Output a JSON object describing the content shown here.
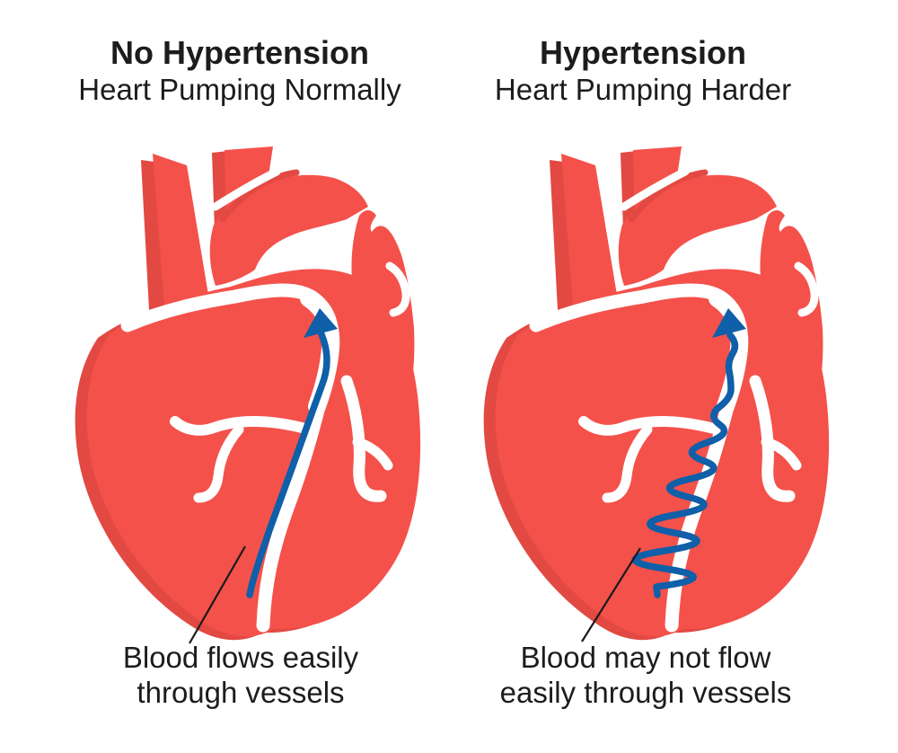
{
  "figure_title": "Hypertension heart comparison",
  "left_panel": {
    "title": "No Hypertension",
    "subtitle": "Heart Pumping Normally",
    "caption_line1": "Blood flows easily",
    "caption_line2": "through vessels",
    "flow_style": "smooth-arrow"
  },
  "right_panel": {
    "title": "Hypertension",
    "subtitle": "Heart Pumping Harder",
    "caption_line1": "Blood may not flow",
    "caption_line2": "easily through vessels",
    "flow_style": "wavy-arrow"
  },
  "colors": {
    "page_bg": "#ffffff",
    "heart_red": "#F4514B",
    "heart_red_shadow": "#E24942",
    "vessel_white": "#ffffff",
    "flow_blue": "#0F5FA9",
    "callout_line": "#1a1a1a",
    "text": "#1c1c1c"
  }
}
